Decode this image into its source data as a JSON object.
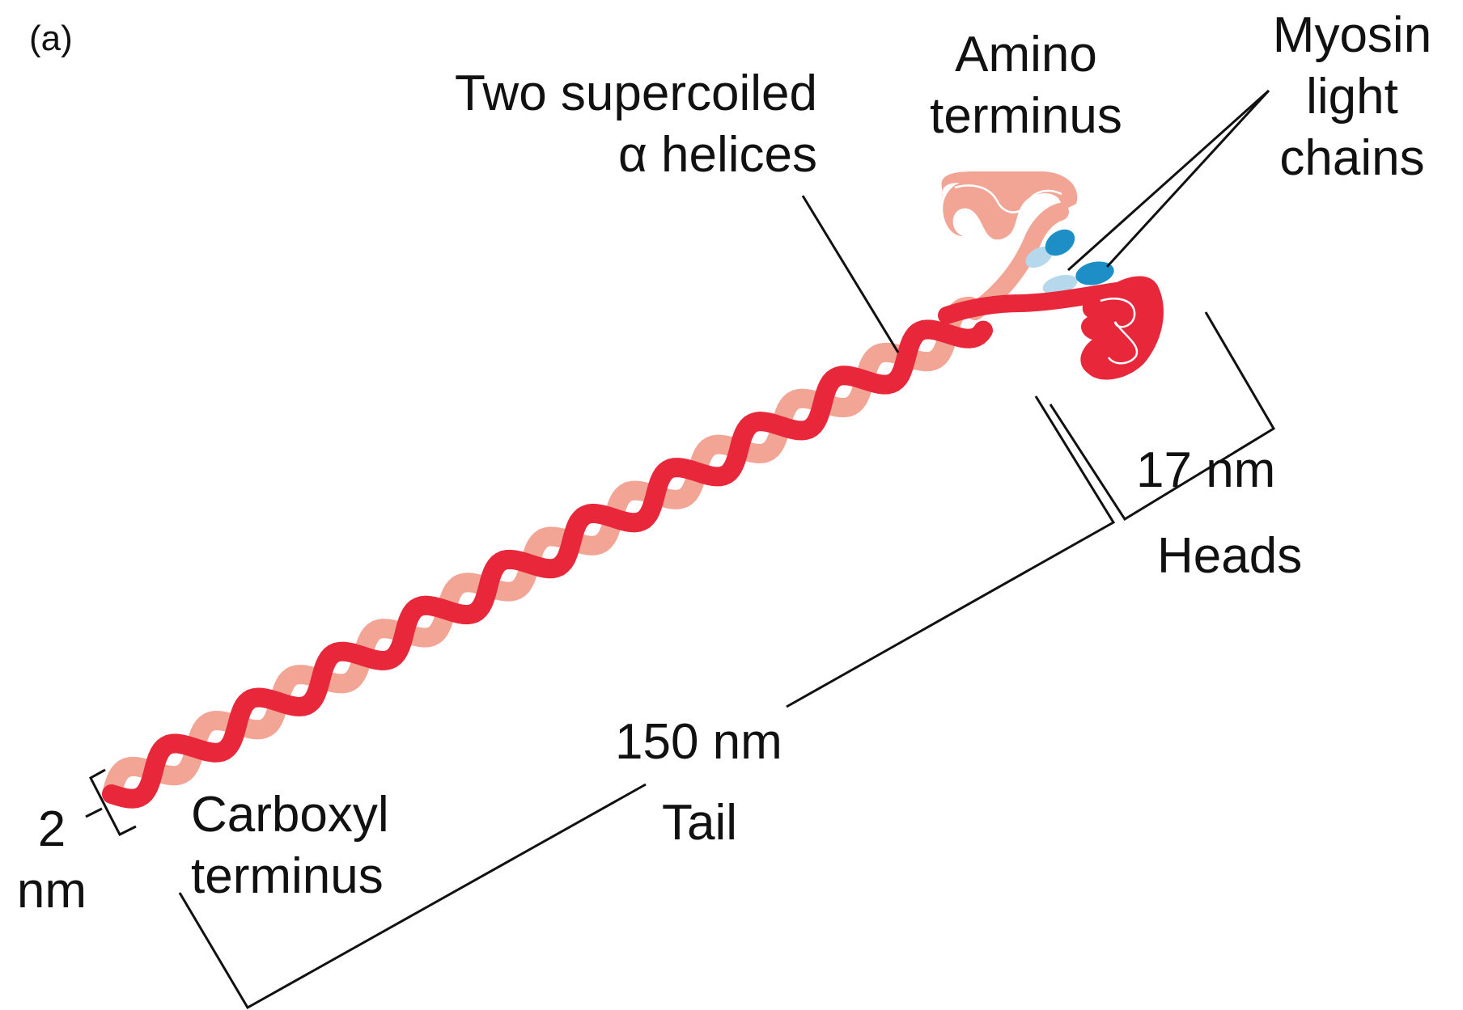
{
  "panel_label": "(a)",
  "labels": {
    "supercoiled_line1": "Two supercoiled",
    "supercoiled_line2": "α helices",
    "amino_line1": "Amino",
    "amino_line2": "terminus",
    "light_line1": "Myosin",
    "light_line2": "light",
    "light_line3": "chains",
    "heads_size": "17 nm",
    "heads": "Heads",
    "tail_size": "150 nm",
    "tail": "Tail",
    "carboxyl_line1": "Carboxyl",
    "carboxyl_line2": "terminus",
    "width_value": "2",
    "width_unit": "nm"
  },
  "colors": {
    "strand_dark": "#e8283a",
    "strand_light": "#f2a594",
    "light_chain_dark": "#1d8fc6",
    "light_chain_light": "#b5d8ec",
    "line": "#111111"
  }
}
